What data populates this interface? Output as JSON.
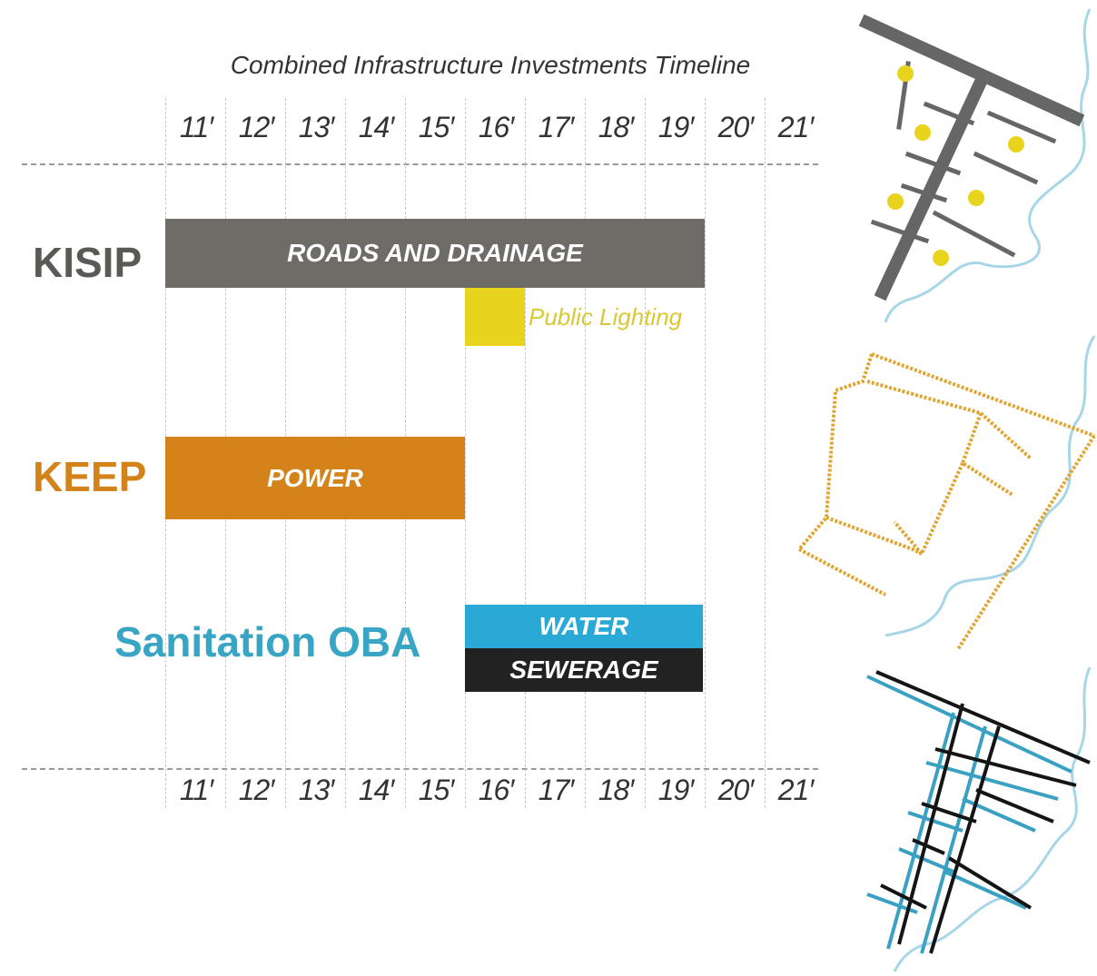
{
  "title": "Combined Infrastructure Investments Timeline",
  "years": [
    "11′",
    "12′",
    "13′",
    "14′",
    "15′",
    "16′",
    "17′",
    "18′",
    "19′",
    "20′",
    "21′"
  ],
  "programs": {
    "kisip": {
      "label": "KISIP",
      "color": "#5b5955"
    },
    "keep": {
      "label": "KEEP",
      "color": "#d4821a"
    },
    "sanitation": {
      "label": "Sanitation OBA",
      "color": "#39a5c4"
    }
  },
  "bars": {
    "roads": {
      "label": "ROADS AND DRAINAGE",
      "color": "#6f6c68",
      "start": "11′",
      "end": "19′"
    },
    "lighting": {
      "label": "Public Lighting",
      "color": "#e8d41c",
      "start": "16′",
      "end": "16′"
    },
    "power": {
      "label": "POWER",
      "color": "#d4821a",
      "start": "11′",
      "end": "15′"
    },
    "water": {
      "label": "WATER",
      "color": "#29a9d6",
      "start": "16′",
      "end": "19′"
    },
    "sewerage": {
      "label": "SEWERAGE",
      "color": "#222222",
      "start": "16′",
      "end": "19′"
    }
  },
  "map_colors": {
    "road": "#666666",
    "lights": "#e8d41c",
    "river": "#a6d6e8",
    "power": "#e0a531",
    "water": "#3aa1c3",
    "sewer": "#151515"
  }
}
